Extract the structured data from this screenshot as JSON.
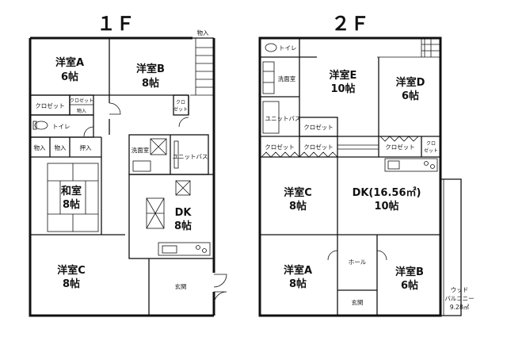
{
  "floor1": {
    "title": "１Ｆ",
    "rooms": {
      "western_a_name": "洋室A",
      "western_a_size": "6帖",
      "western_b_name": "洋室B",
      "western_b_size": "8帖",
      "japanese_name": "和室",
      "japanese_size": "8帖",
      "dk_name": "DK",
      "dk_size": "8帖",
      "western_c_name": "洋室C",
      "western_c_size": "8帖"
    },
    "labels": {
      "storage_top": "物入",
      "closet_a": "クロゼット",
      "closet_b_line1": "クロゼット",
      "closet_b_line2": "物入",
      "closet_c_line1": "クロ",
      "closet_c_line2": "ゼット",
      "toilet": "トイレ",
      "storage_1": "物入",
      "storage_2": "物入",
      "oshiire": "押入",
      "washroom": "洗面室",
      "unit_bath": "ユニットバス",
      "entrance": "玄関"
    }
  },
  "floor2": {
    "title": "２Ｆ",
    "rooms": {
      "western_e_name": "洋室E",
      "western_e_size": "10帖",
      "western_d_name": "洋室D",
      "western_d_size": "6帖",
      "western_c_name": "洋室C",
      "western_c_size": "8帖",
      "dk_name": "DK(16.56㎡)",
      "dk_size": "10帖",
      "western_a_name": "洋室A",
      "western_a_size": "8帖",
      "western_b_name": "洋室B",
      "western_b_size": "6帖"
    },
    "labels": {
      "toilet": "トイレ",
      "washroom": "洗面室",
      "unit_bath": "ユニットバス",
      "closet_1": "クロゼット",
      "closet_2": "クロゼット",
      "closet_3": "クロゼット",
      "closet_4": "クロゼット",
      "closet_5_line1": "クロ",
      "closet_5_line2": "ゼット",
      "hall": "ホール",
      "entrance": "玄関",
      "balcony_line1": "ウッド",
      "balcony_line2": "バルコニー",
      "balcony_line3": "9.28㎡"
    }
  }
}
